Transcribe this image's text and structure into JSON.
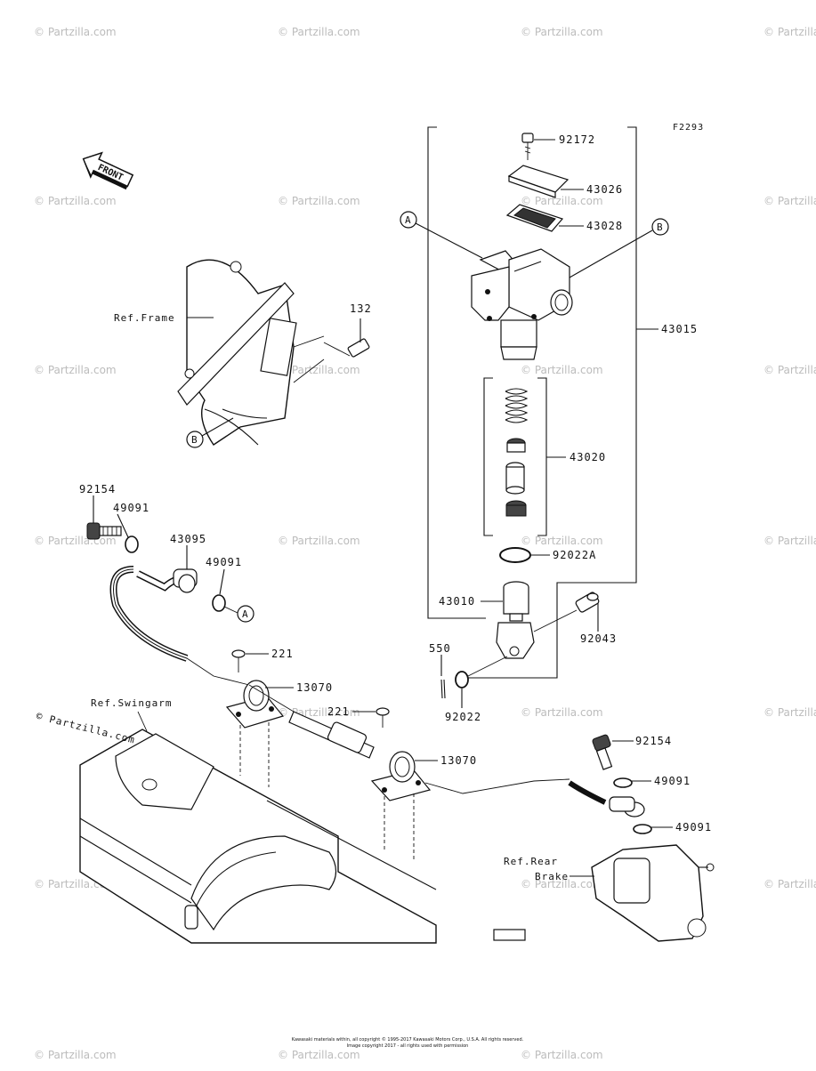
{
  "figure_code": "F2293",
  "front_label": "FRONT",
  "watermark": "© Partzilla.com",
  "footer_line1": "Kawasaki materials within, all copyright © 1995-2017 Kawasaki Motors Corp., U.S.A. All rights reserved.",
  "footer_line2": "Image copyright 2017 - all rights used with permission",
  "refs": {
    "frame": "Ref.Frame",
    "swingarm": "Ref.Swingarm",
    "rear_brake_1": "Ref.Rear",
    "rear_brake_2": "Brake"
  },
  "markers": {
    "a": "A",
    "b": "B"
  },
  "part_numbers": {
    "p92172": "92172",
    "p43026": "43026",
    "p43028": "43028",
    "p43015": "43015",
    "p43020": "43020",
    "p92022A": "92022A",
    "p43010": "43010",
    "p92043": "92043",
    "p550": "550",
    "p92022": "92022",
    "p132": "132",
    "p92154_top": "92154",
    "p49091_top1": "49091",
    "p43095": "43095",
    "p49091_top2": "49091",
    "p221_a": "221",
    "p13070_a": "13070",
    "p221_b": "221",
    "p13070_b": "13070",
    "p92154_right": "92154",
    "p49091_right1": "49091",
    "p49091_right2": "49091"
  }
}
